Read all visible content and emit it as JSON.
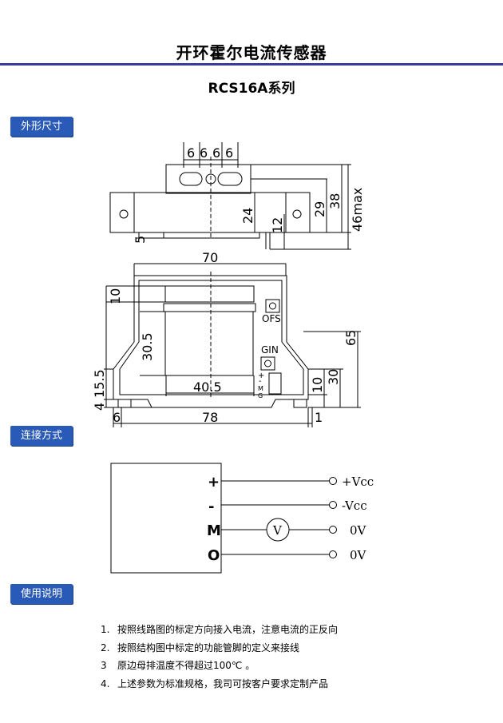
{
  "header": {
    "title": "开环霍尔电流传感器",
    "subtitle": "RCS16A系列"
  },
  "sections": {
    "dimensions": "外形尺寸",
    "connection": "连接方式",
    "usage": "使用说明"
  },
  "dimensions_drawing": {
    "top_view": {
      "pitch_labels": [
        "6",
        "6",
        "6",
        "6"
      ],
      "height_labels": [
        "24",
        "29",
        "38",
        "46max",
        "12",
        "5"
      ]
    },
    "front_view": {
      "width_label": "70",
      "left_dims": [
        "10",
        "30.5",
        "15.5",
        "4"
      ],
      "window_width": "40.5",
      "right_dims": [
        "65",
        "30",
        "10"
      ],
      "bottom_dims": [
        "6",
        "78",
        "1"
      ],
      "ofs_label": "OFS",
      "gin_label": "GIN",
      "pin_labels": [
        "+",
        "-",
        "M",
        "G"
      ]
    }
  },
  "connection": {
    "pins": [
      "+",
      "-",
      "M",
      "O"
    ],
    "signals": [
      "+Vcc",
      "-Vcc",
      "0V",
      "0V"
    ],
    "meter_label": "V"
  },
  "usage": {
    "notes": [
      {
        "num": "1.",
        "text": "按照线路图的标定方向接入电流，注意电流的正反向"
      },
      {
        "num": "2.",
        "text": "按照结构图中标定的功能管脚的定义来接线"
      },
      {
        "num": "3",
        "text": "原边母排温度不得超过100℃ 。"
      },
      {
        "num": "4.",
        "text": "上述参数为标准规格，我司可按客户要求定制产品"
      }
    ]
  }
}
